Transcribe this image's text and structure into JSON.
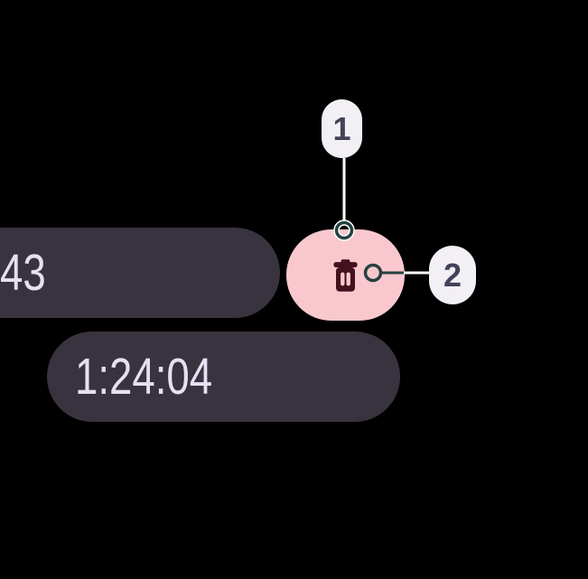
{
  "screen": {
    "description": "Stopwatch lap-delete tutorial overlay with numbered callouts"
  },
  "colors": {
    "background": "#000000",
    "surface": "#39333F",
    "surface_text": "#E9DFF2",
    "accent_pink": "#F9C8CE",
    "icon_maroon": "#45101E",
    "badge_bg": "#F2F0F4",
    "badge_text": "#444259",
    "connector_dark": "#264140",
    "connector_light": "#FFFFFF"
  },
  "lap_pill": {
    "value": "43"
  },
  "time_pill": {
    "value": "1:24:04"
  },
  "delete_button": {
    "icon": "delete-icon"
  },
  "callouts": {
    "one": {
      "label": "1"
    },
    "two": {
      "label": "2"
    }
  }
}
